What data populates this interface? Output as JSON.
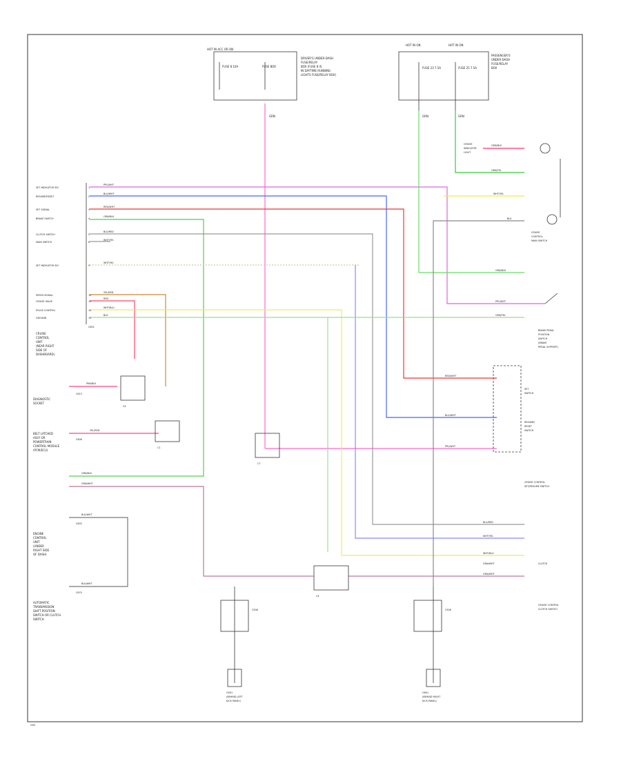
{
  "page_label": "G00",
  "fuse_boxes": {
    "left": {
      "hot_label": "HOT IN ACC OR ON",
      "fuse_label": "FUSE 8 10A",
      "box_label": "FUSE BOX",
      "desc": [
        "DRIVER'S UNDER-DASH",
        "FUSE/RELAY",
        "BOX (FUSE 8 IS",
        "IN DAYTIME RUNNING",
        "LIGHTS FUSE/RELAY BOX)"
      ],
      "out_wire": "GRN"
    },
    "right": {
      "hot_label_1": "HOT IN ON",
      "hot_label_2": "HOT IN ON",
      "fuse_a": "FUSE 23 7.5A",
      "fuse_b": "FUSE 25 7.5A",
      "desc": [
        "PASSENGER'S",
        "UNDER-DASH",
        "FUSE/RELAY",
        "BOX"
      ],
      "out_wire_a": "GRN",
      "out_wire_b": "GRN"
    }
  },
  "ecu": {
    "label": [
      "CRUISE",
      "CONTROL",
      "UNIT",
      "(NEAR RIGHT",
      "SIDE OF",
      "DASHBOARD)"
    ],
    "pins": [
      {
        "name": "SET INDICATOR SIG",
        "num": "1",
        "wire": "PPL/WHT"
      },
      {
        "name": "RESUME/RESET",
        "num": "2",
        "wire": "BLU/WHT"
      },
      {
        "name": "SET SIGNAL",
        "num": "3",
        "wire": "RED/WHT"
      },
      {
        "name": "BRAKE SWITCH",
        "num": "4",
        "wire": "GRN/BLK"
      },
      {
        "name": "CLUTCH SWITCH",
        "num": "5",
        "wire": "BLU/RED"
      },
      {
        "name": "MAIN SWITCH",
        "num": "6",
        "wire": "WHT/YEL"
      },
      {
        "name": "SET INDICATOR SIG",
        "num": "9",
        "wire": "WHT/YEL"
      },
      {
        "name": "SPEED SIGNAL",
        "num": "12",
        "wire": "YEL/RED"
      },
      {
        "name": "CRUISE VALVE",
        "num": "13",
        "wire": "RED"
      },
      {
        "name": "PULSE CONTROL",
        "num": "14",
        "wire": "WHT/BLU"
      },
      {
        "name": "GROUND",
        "num": "15",
        "wire": "BLK"
      }
    ],
    "connector": "C601"
  },
  "left_components": [
    {
      "label": [
        "DIAGNOSTIC",
        "SOCKET"
      ],
      "wire": "PNK/BLK",
      "pin": "C613"
    },
    {
      "label": [
        "BELT LATCHED",
        "ASSY OR",
        "POWERTRAIN",
        "CONTROL MODULE",
        "(PCM/ECU)"
      ],
      "wire": "YEL/RED",
      "pin": "C606"
    },
    {
      "label": [
        "ENGINE",
        "CONTROL",
        "UNIT",
        "(UNDER",
        "RIGHT SIDE",
        "OF DASH)"
      ],
      "wires": [
        "GRN/BLK",
        "GRN/WHT",
        "BLK/WHT"
      ],
      "pin": "C602"
    },
    {
      "label": [
        "AUTOMATIC",
        "TRANSMISSION",
        "SHIFT POSITION",
        "SWITCH OR CLUTCH",
        "SWITCH"
      ],
      "wire": "BLK/WHT",
      "pin": "C670"
    }
  ],
  "right_components": [
    {
      "label": [
        "CRUISE",
        "INDICATOR",
        "LIGHT"
      ],
      "wires": [
        "GRN/BLK",
        "GRN/YEL"
      ]
    },
    {
      "label": [
        "CRUISE",
        "CONTROL",
        "MAIN SWITCH"
      ],
      "wires": [
        "WHT/YEL",
        "BLK"
      ]
    },
    {
      "label": [
        "BRAKE PEDAL",
        "POSITION",
        "SWITCH",
        "(BRAKE",
        "PEDAL SUPPORT)"
      ],
      "wires": [
        "GRN/BLK",
        "PPL/WHT",
        "GRN/YEL"
      ]
    },
    {
      "label": [
        "SET",
        "SWITCH",
        "RESUME/",
        "RESET",
        "SWITCH"
      ],
      "wires": [
        "RED/WHT",
        "BLU/WHT",
        "PPL/WHT"
      ]
    },
    {
      "label": [
        "CRUISE CONTROL",
        "SET/RESUME SWITCH"
      ],
      "wires": [
        "BLU/RED",
        "WHT/YEL",
        "WHT/BLU",
        "GRN/WHT"
      ]
    },
    {
      "label": [
        "CLUTCH",
        "CRUISE CONTROL",
        "CLUTCH SWITCH"
      ],
      "wires": [
        "GRN/WHT"
      ]
    }
  ],
  "center_connectors": [
    "C4",
    "C1",
    "C7",
    "C4"
  ],
  "grounds": [
    {
      "label": [
        "G401",
        "(BEHIND LEFT",
        "KICK PANEL)"
      ],
      "connector": "C506"
    },
    {
      "label": [
        "G601",
        "(BEHIND RIGHT",
        "KICK PANEL)"
      ],
      "connector": "C506"
    }
  ],
  "colors": {
    "pink": "#ff66cc",
    "magenta": "#cc44cc",
    "blue": "#3355ff",
    "red": "#ee2222",
    "green": "#33cc33",
    "yellow": "#dddd33",
    "gray": "#888888",
    "olive": "#aa9933"
  }
}
